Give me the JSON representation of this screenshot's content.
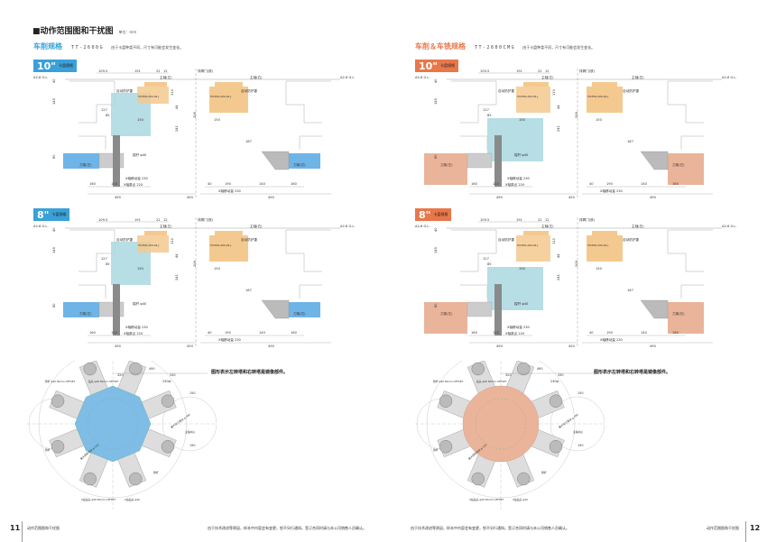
{
  "header": {
    "title": "■动作范围图和干扰图",
    "unit": "单位：mm"
  },
  "left_page": {
    "spec_title": "车削规格",
    "model": "TT-2600G",
    "note": "由于卡盘种类不同，尺寸有可能会发生变化。",
    "accent": "#3aa0d8",
    "sections": [
      {
        "badge": "10\"",
        "badge_label": "卡盘规格"
      },
      {
        "badge": "8\"",
        "badge_label": "卡盘规格"
      }
    ],
    "caption": "图形表示左转塔和右转塔是镜像部件。",
    "page_number": "11",
    "footer_title": "动作范围图和干扰图",
    "footer_note": "由于技术改进等原因，样本中内容会有变更，恕不另行通知。签订合同时请与本公司销售人员确认。"
  },
  "right_page": {
    "spec_title": "车削＆车铣规格",
    "model": "TT-2600CMG",
    "note": "由于卡盘种类不同，尺寸有可能会发生变化。",
    "accent": "#e8774a",
    "sections": [
      {
        "badge": "10\"",
        "badge_label": "卡盘规格"
      },
      {
        "badge": "8\"",
        "badge_label": "卡盘规格"
      }
    ],
    "caption": "图形表示左转塔和右转塔是镜像部件。",
    "page_number": "12",
    "footer_title": "动作范围图和干扰图",
    "footer_note": "由于技术改进等原因，样本中内容会有变更，恕不另行通知。签订合同时请与本公司销售人员确认。"
  },
  "diagram_labels": {
    "gl_left": "A2-6 G.L.",
    "gl_right": "A2-6 G.L.",
    "top_dims": [
      "109.5",
      "191",
      "22",
      "12"
    ],
    "spindle_left": "主轴(左)",
    "spindle_right": "主轴(右)",
    "guard": "自动防护罩",
    "door": "排屑门(铁)",
    "turret_left": "刀架(左)",
    "turret_right": "刀架(右)",
    "chuck_code": "HO3MA-200-A6-J",
    "x_stroke": "X轴移动量 230",
    "x_origin": "X轴原点 220",
    "bottom_left": [
      "160",
      "110",
      "490"
    ],
    "bottom_right": [
      "40",
      "190",
      "140",
      "160",
      "490"
    ],
    "mid_dims": [
      "127",
      "85",
      "150",
      "150",
      "167"
    ],
    "left_450": "450",
    "vert_dims": [
      "40",
      "145",
      "110",
      "44",
      "241",
      "206",
      "80"
    ],
    "bar": "镗杆 φ40"
  },
  "turret_labels": {
    "top": [
      "490",
      "320",
      "330",
      "230st",
      "150",
      "190"
    ],
    "tool_notes": [
      "镗杆 φ40 50mm OFFSET",
      "钻头 φ40 50mm OFFSET",
      "U钻钻头 φ40 50mm OFFSET",
      "U钻钻头 φ40",
      "镗杆",
      "镗杆"
    ],
    "swing": "最大回转直径 φ 510",
    "spindle_center": "主轴中心",
    "workpiece": "最大加工直径 φ 280"
  }
}
